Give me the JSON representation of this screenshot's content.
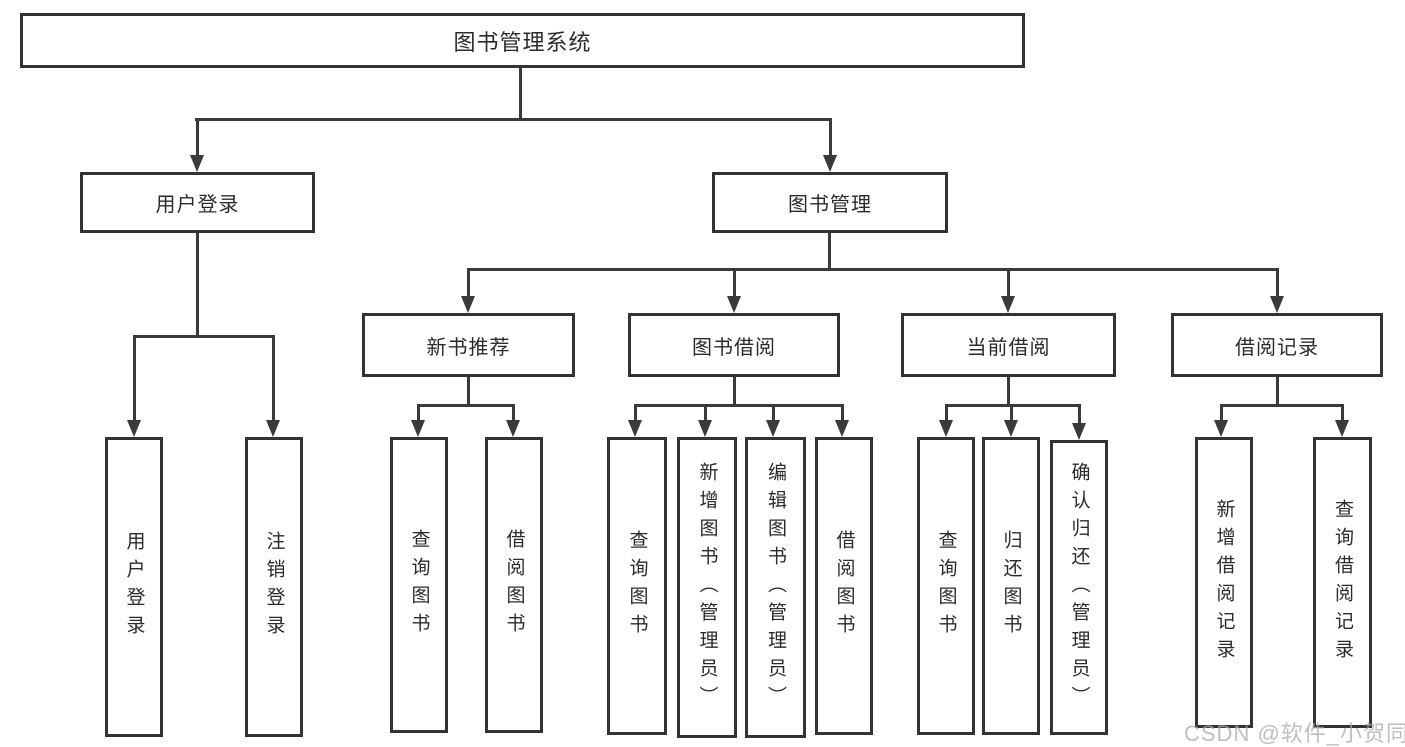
{
  "tree": {
    "root_label": "图书管理系统",
    "login": {
      "label": "用户登录",
      "children": [
        "用户登录",
        "注销登录"
      ]
    },
    "manage": {
      "label": "图书管理",
      "sections": [
        {
          "label": "新书推荐",
          "children": [
            "查询图书",
            "借阅图书"
          ]
        },
        {
          "label": "图书借阅",
          "children": [
            "查询图书",
            "新增图书（管理员）",
            "编辑图书（管理员）",
            "借阅图书"
          ]
        },
        {
          "label": "当前借阅",
          "children": [
            "查询图书",
            "归还图书",
            "确认归还（管理员）"
          ]
        },
        {
          "label": "借阅记录",
          "children": [
            "新增借阅记录",
            "查询借阅记录"
          ]
        }
      ]
    }
  },
  "watermark": "CSDN @软件_小贺同学",
  "colors": {
    "line": "#3a3a3a",
    "box_border": "#333333",
    "text": "#2b2b2b",
    "watermark": "#c6c6c6"
  }
}
